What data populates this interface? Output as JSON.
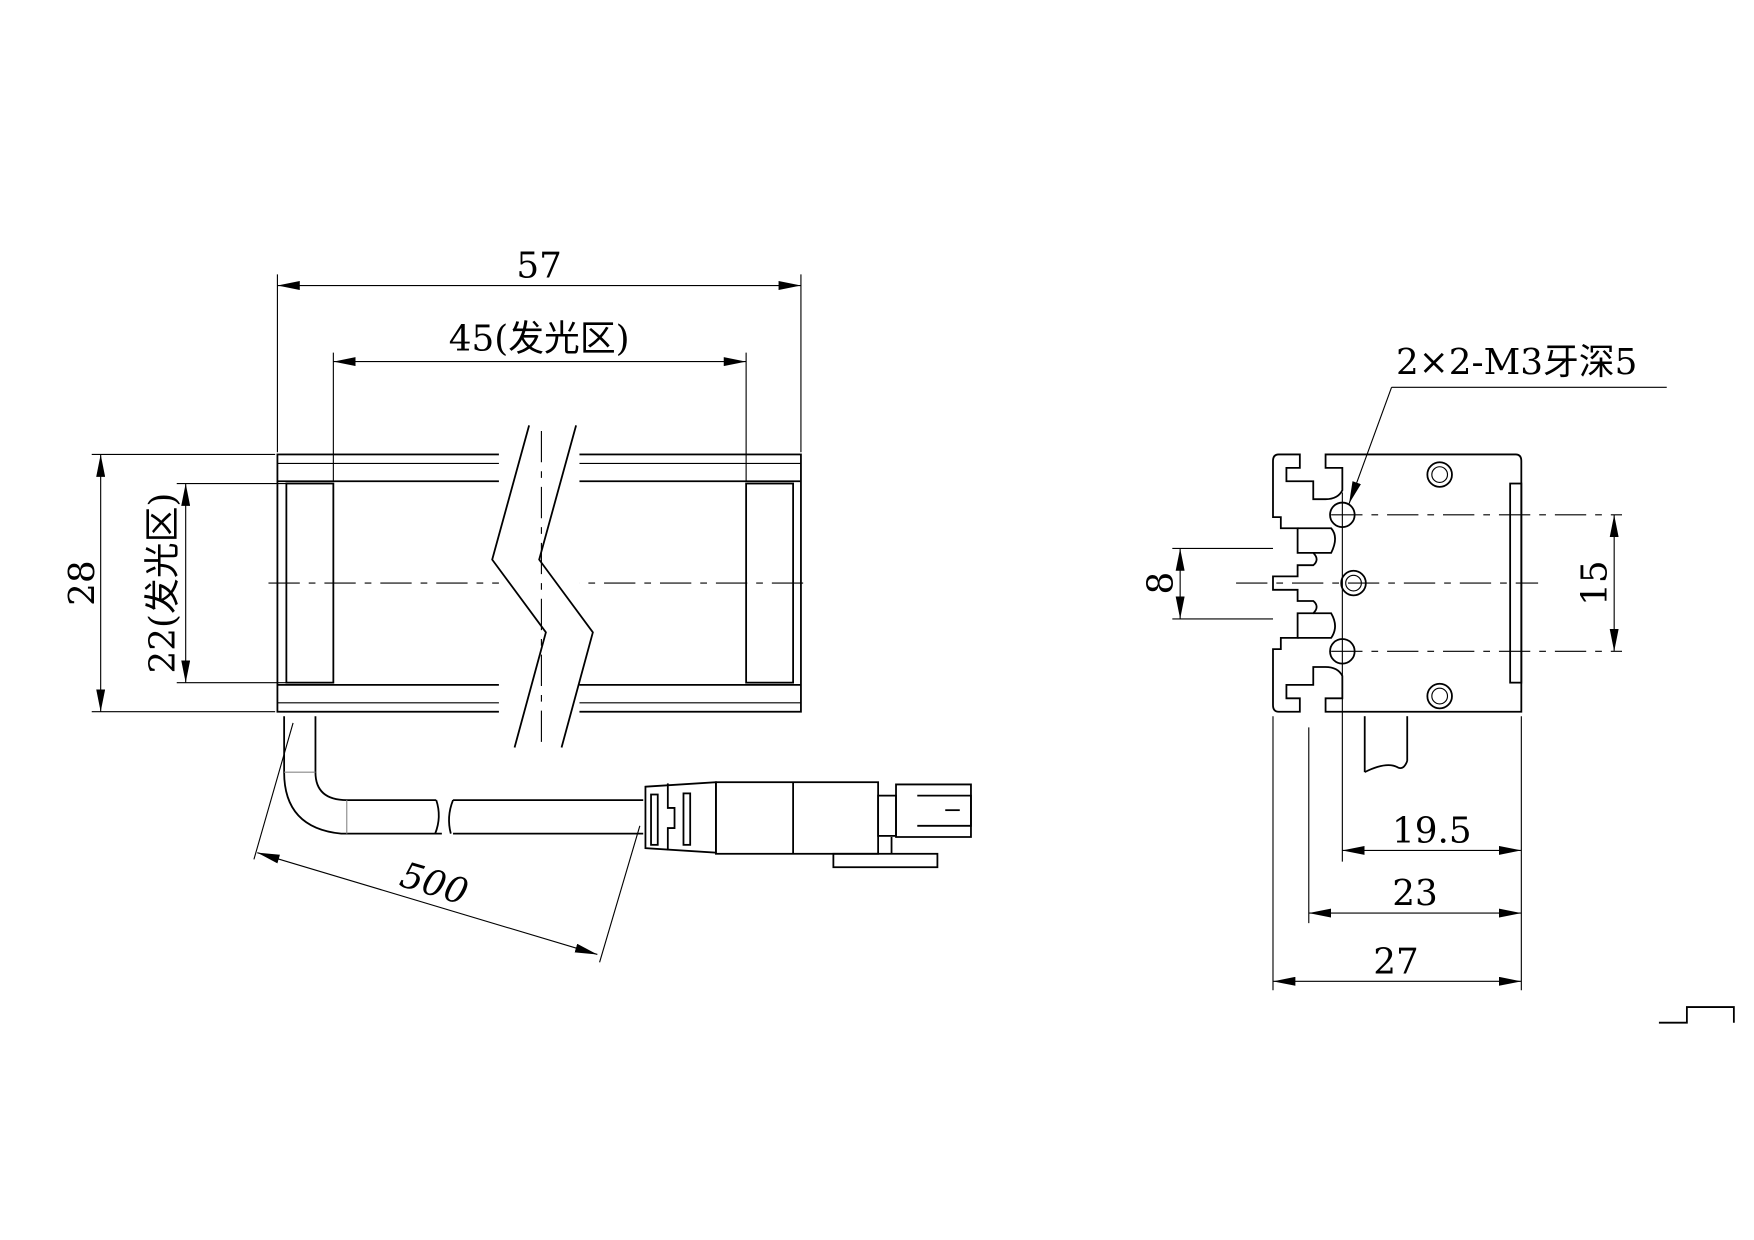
{
  "front_view": {
    "dim_length": "57",
    "dim_emitting_length": "45(发光区)",
    "dim_height": "28",
    "dim_emitting_height": "22(发光区)",
    "dim_cable": "500"
  },
  "side_view": {
    "thread_note": "2×2-M3牙深5",
    "dim_slot_pitch": "8",
    "dim_hole_pitch": "15",
    "dim_hole_offset": "19.5",
    "dim_depth_inner": "23",
    "dim_depth_total": "27"
  }
}
